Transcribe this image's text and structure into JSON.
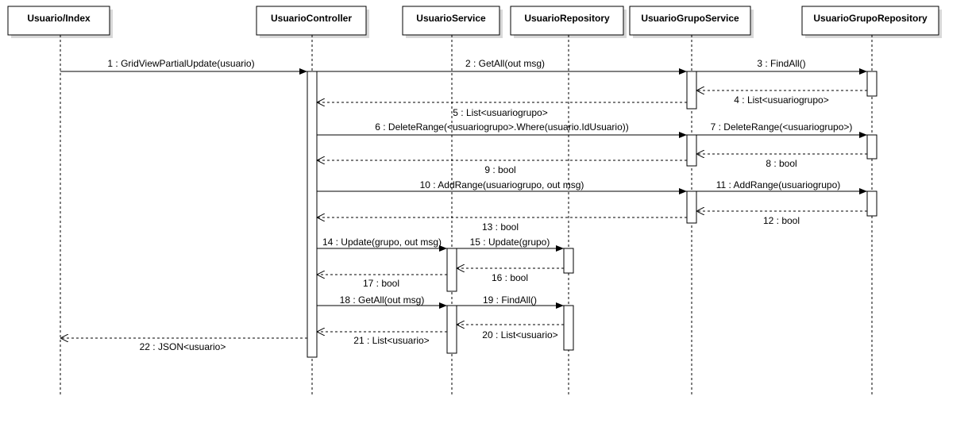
{
  "diagram": {
    "participants": [
      {
        "id": "index",
        "label": "Usuario/Index"
      },
      {
        "id": "ctrl",
        "label": "UsuarioController"
      },
      {
        "id": "svc",
        "label": "UsuarioService"
      },
      {
        "id": "repo",
        "label": "UsuarioRepository"
      },
      {
        "id": "gsvc",
        "label": "UsuarioGrupoService"
      },
      {
        "id": "grepo",
        "label": "UsuarioGrupoRepository"
      }
    ],
    "messages": [
      {
        "label": "1 : GridViewPartialUpdate(usuario)",
        "from": "index",
        "to": "ctrl",
        "kind": "call"
      },
      {
        "label": "2 : GetAll(out msg)",
        "from": "ctrl",
        "to": "gsvc",
        "kind": "call"
      },
      {
        "label": "3 : FindAll()",
        "from": "gsvc",
        "to": "grepo",
        "kind": "call"
      },
      {
        "label": "4 : List<usuariogrupo>",
        "from": "grepo",
        "to": "gsvc",
        "kind": "return"
      },
      {
        "label": "5 : List<usuariogrupo>",
        "from": "gsvc",
        "to": "ctrl",
        "kind": "return"
      },
      {
        "label": "6 : DeleteRange(<usuariogrupo>.Where(usuario.IdUsuario))",
        "from": "ctrl",
        "to": "gsvc",
        "kind": "call"
      },
      {
        "label": "7 : DeleteRange(<usuariogrupo>)",
        "from": "gsvc",
        "to": "grepo",
        "kind": "call"
      },
      {
        "label": "8 : bool",
        "from": "grepo",
        "to": "gsvc",
        "kind": "return"
      },
      {
        "label": "9 : bool",
        "from": "gsvc",
        "to": "ctrl",
        "kind": "return"
      },
      {
        "label": "10 : AddRange(usuariogrupo, out msg)",
        "from": "ctrl",
        "to": "gsvc",
        "kind": "call"
      },
      {
        "label": "11 : AddRange(usuariogrupo)",
        "from": "gsvc",
        "to": "grepo",
        "kind": "call"
      },
      {
        "label": "12 : bool",
        "from": "grepo",
        "to": "gsvc",
        "kind": "return"
      },
      {
        "label": "13 : bool",
        "from": "gsvc",
        "to": "ctrl",
        "kind": "return"
      },
      {
        "label": "14 : Update(grupo, out msg)",
        "from": "ctrl",
        "to": "svc",
        "kind": "call"
      },
      {
        "label": "15 : Update(grupo)",
        "from": "svc",
        "to": "repo",
        "kind": "call"
      },
      {
        "label": "16 : bool",
        "from": "repo",
        "to": "svc",
        "kind": "return"
      },
      {
        "label": "17 : bool",
        "from": "svc",
        "to": "ctrl",
        "kind": "return"
      },
      {
        "label": "18 : GetAll(out msg)",
        "from": "ctrl",
        "to": "svc",
        "kind": "call"
      },
      {
        "label": "19 : FindAll()",
        "from": "svc",
        "to": "repo",
        "kind": "call"
      },
      {
        "label": "20 : List<usuario>",
        "from": "repo",
        "to": "svc",
        "kind": "return"
      },
      {
        "label": "21 : List<usuario>",
        "from": "svc",
        "to": "ctrl",
        "kind": "return"
      },
      {
        "label": "22 : JSON<usuario>",
        "from": "ctrl",
        "to": "index",
        "kind": "return"
      }
    ]
  }
}
